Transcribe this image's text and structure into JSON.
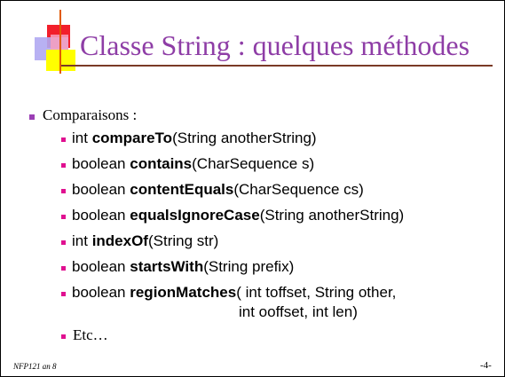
{
  "slide": {
    "title": "Classe String : quelques méthodes",
    "section_label": "Comparaisons :",
    "methods": [
      {
        "type": "int ",
        "name": "compareTo",
        "args": "(String anotherString)"
      },
      {
        "type": "boolean ",
        "name": "contains",
        "args": "(CharSequence s)"
      },
      {
        "type": "boolean ",
        "name": "contentEquals",
        "args": "(CharSequence cs)"
      },
      {
        "type": "boolean ",
        "name": "equalsIgnoreCase",
        "args": "(String anotherString)"
      },
      {
        "type": "int ",
        "name": "indexOf",
        "args": "(String str)"
      },
      {
        "type": "boolean ",
        "name": "startsWith",
        "args": "(String prefix)"
      },
      {
        "type": "boolean ",
        "name": "regionMatches",
        "args": "( int toffset, String other,"
      }
    ],
    "continuation": "int ooffset, int len)",
    "etc": "Etc…",
    "footer_left": "NFP121 an 8",
    "page_number": "-4-"
  },
  "colors": {
    "title": "#8e3da6",
    "level1_bullet": "#9b3fb5",
    "level2_bullet": "#e01090",
    "title_rule": "#7a3a26"
  }
}
